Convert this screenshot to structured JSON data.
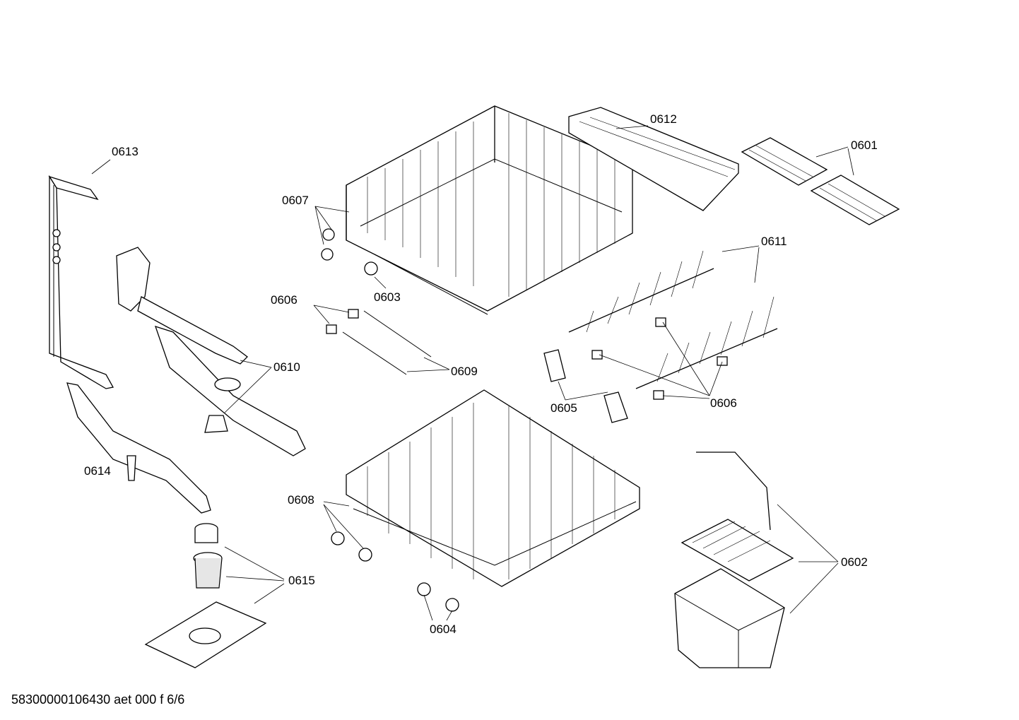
{
  "footer": {
    "code": "58300000106430 aet 000 f 6/6"
  },
  "labels": {
    "p0601": "0601",
    "p0602": "0602",
    "p0603": "0603",
    "p0604": "0604",
    "p0605": "0605",
    "p0606_left": "0606",
    "p0606_right": "0606",
    "p0607": "0607",
    "p0608": "0608",
    "p0609": "0609",
    "p0610": "0610",
    "p0611": "0611",
    "p0612": "0612",
    "p0613": "0613",
    "p0614": "0614",
    "p0615": "0615"
  }
}
